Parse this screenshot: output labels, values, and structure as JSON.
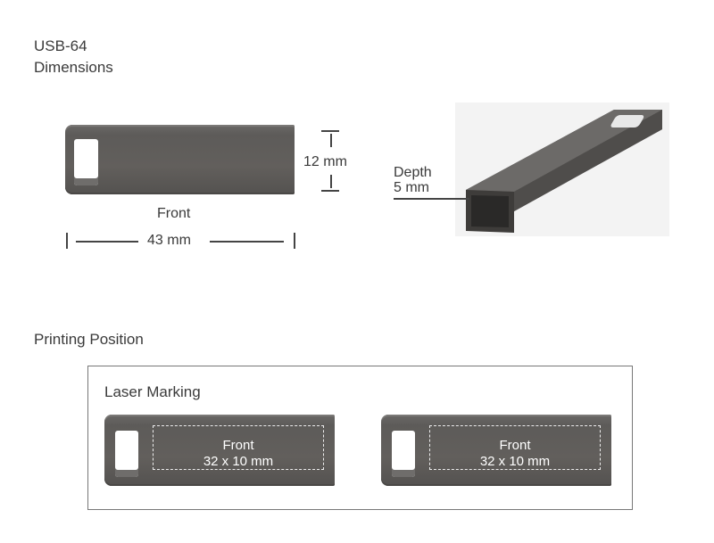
{
  "header": {
    "model": "USB-64",
    "subtitle": "Dimensions"
  },
  "dimensions": {
    "height": "12 mm",
    "front_label": "Front",
    "width": "43 mm",
    "depth_label": "Depth",
    "depth": "5 mm"
  },
  "printing": {
    "title": "Printing Position",
    "method": "Laser Marking",
    "areas": [
      {
        "label": "Front",
        "size": "32 x 10 mm"
      },
      {
        "label": "Front",
        "size": "32 x 10 mm"
      }
    ]
  }
}
